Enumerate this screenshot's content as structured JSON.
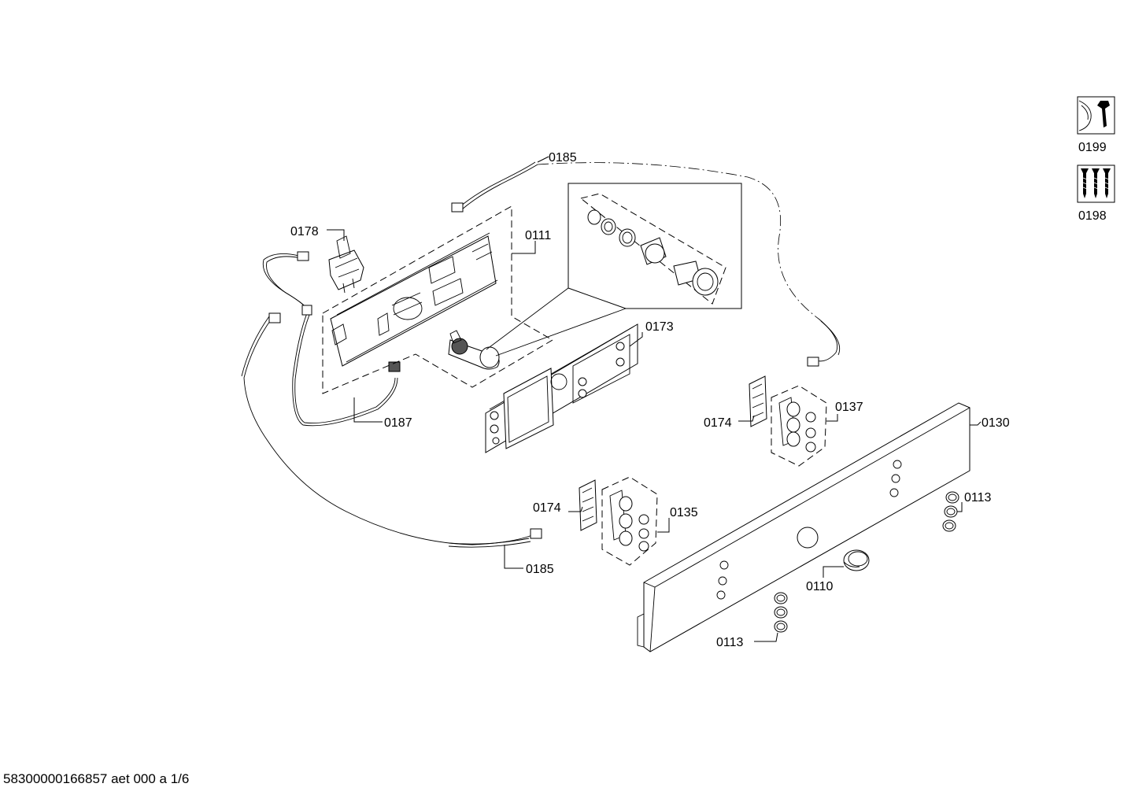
{
  "labels": {
    "l0185_top": "0185",
    "l0178": "0178",
    "l0111": "0111",
    "l0173": "0173",
    "l0187": "0187",
    "l0174_a": "0174",
    "l0137": "0137",
    "l0130": "0130",
    "l0174_b": "0174",
    "l0135": "0135",
    "l0113_a": "0113",
    "l0185_bottom": "0185",
    "l0110": "0110",
    "l0113_b": "0113",
    "l0199": "0199",
    "l0198": "0198"
  },
  "footer": "58300000166857 aet 000 a 1/6"
}
